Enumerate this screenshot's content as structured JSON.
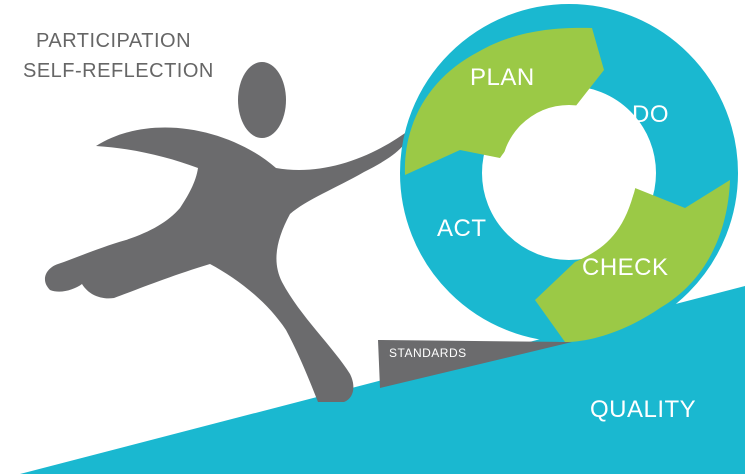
{
  "labels": {
    "participation": "PARTICIPATION",
    "self_reflection": "SELF-REFLECTION",
    "standards": "STANDARDS",
    "quality": "QUALITY"
  },
  "cycle": {
    "plan": "PLAN",
    "do": "DO",
    "check": "CHECK",
    "act": "ACT"
  },
  "colors": {
    "green": "#9BC946",
    "teal": "#1AB8D0",
    "figure": "#6B6B6D",
    "text_gray": "#666666",
    "background": "#FFFFFF"
  }
}
